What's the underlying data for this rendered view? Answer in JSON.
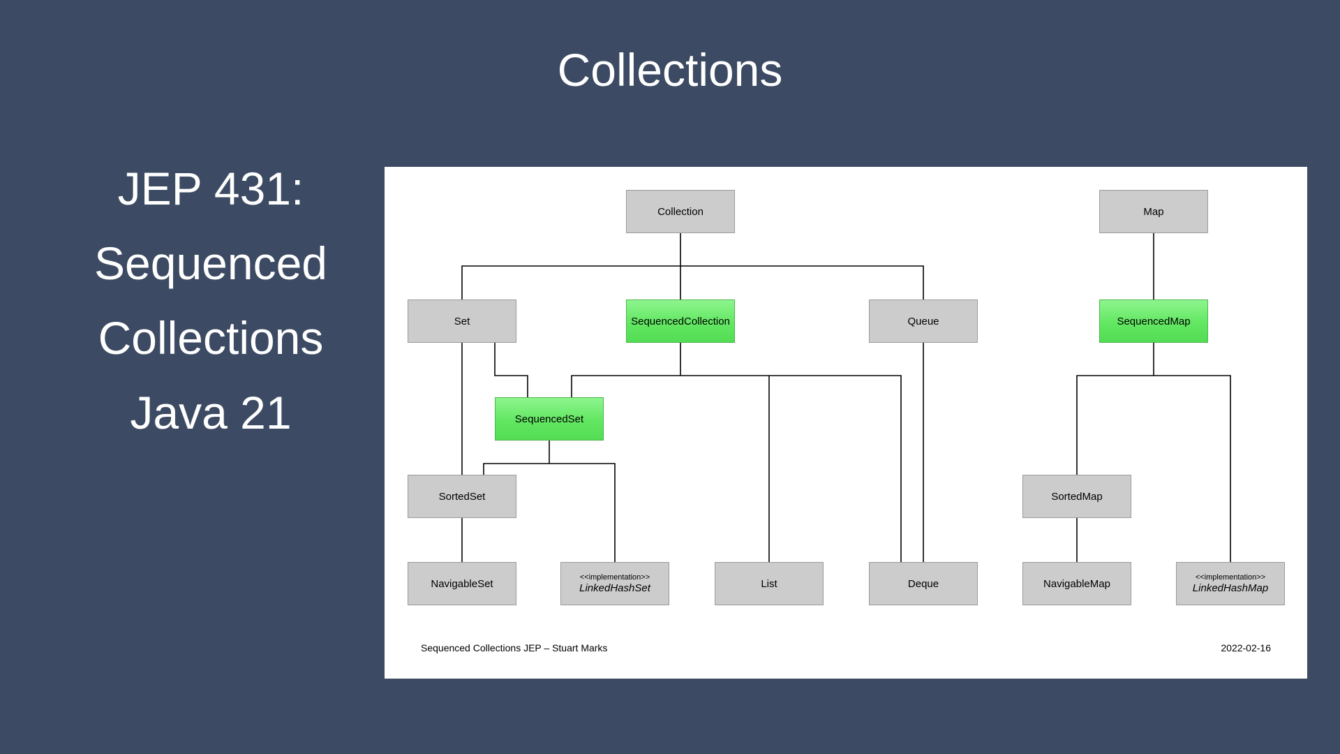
{
  "title": "Collections",
  "side_text": [
    "JEP 431:",
    "Sequenced",
    "Collections",
    "Java 21"
  ],
  "diagram": {
    "nodes": {
      "collection": "Collection",
      "map": "Map",
      "set": "Set",
      "sequenced_collection": "SequencedCollection",
      "queue": "Queue",
      "sequenced_map": "SequencedMap",
      "sequenced_set": "SequencedSet",
      "sorted_set": "SortedSet",
      "sorted_map": "SortedMap",
      "navigable_set": "NavigableSet",
      "linked_hash_set": {
        "stereotype": "<<implementation>>",
        "name": "LinkedHashSet"
      },
      "list": "List",
      "deque": "Deque",
      "navigable_map": "NavigableMap",
      "linked_hash_map": {
        "stereotype": "<<implementation>>",
        "name": "LinkedHashMap"
      }
    },
    "footer_left": "Sequenced Collections JEP – Stuart Marks",
    "footer_right": "2022-02-16"
  },
  "colors": {
    "background": "#3c4b63",
    "node_default": "#cccccc",
    "node_sequenced": "#62e762"
  }
}
